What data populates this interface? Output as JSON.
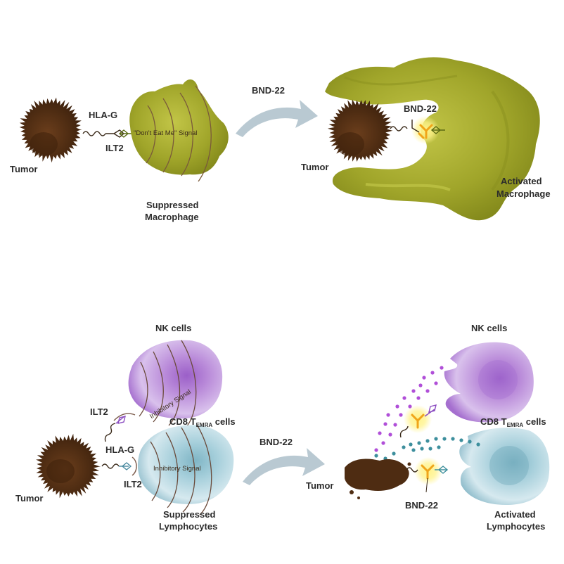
{
  "top_panel": {
    "left": {
      "tumor_label": "Tumor",
      "receptor_label_hla": "HLA-G",
      "receptor_label_ilt2": "ILT2",
      "signal_label": "\"Don't Eat Me\" Signal",
      "cell_label_line1": "Suppressed",
      "cell_label_line2": "Macrophage"
    },
    "arrow_label": "BND-22",
    "right": {
      "tumor_label": "Tumor",
      "antibody_label": "BND-22",
      "cell_label_line1": "Activated",
      "cell_label_line2": "Macrophage"
    }
  },
  "bottom_panel": {
    "left": {
      "nk_label": "NK cells",
      "nk_signal_label": "Inhibitory Signal",
      "ilt2_label_upper": "ILT2",
      "cd8_label_prefix": "CD8 T",
      "cd8_label_sub": "EMRA",
      "cd8_label_suffix": " cells",
      "hla_label": "HLA-G",
      "ilt2_label_lower": "ILT2",
      "lymph_signal_label": "Inhibitory Signal",
      "tumor_label": "Tumor",
      "cell_label_line1": "Suppressed",
      "cell_label_line2": "Lymphocytes"
    },
    "arrow_label": "BND-22",
    "right": {
      "nk_label": "NK cells",
      "cd8_label_prefix": "CD8 T",
      "cd8_label_sub": "EMRA",
      "cd8_label_suffix": " cells",
      "tumor_label": "Tumor",
      "antibody_label": "BND-22",
      "cell_label_line1": "Activated",
      "cell_label_line2": "Lymphocytes"
    }
  },
  "colors": {
    "tumor": "#5a3418",
    "macrophage": "#a9ad2c",
    "nk": "#b27fd6",
    "lymphocyte": "#9cc7d3",
    "arrow": "#b9c9d2",
    "antibody": "#f0b11e",
    "glow": "#fff27a",
    "purple_dot": "#b04fd8",
    "teal_dot": "#3d8f9d"
  }
}
